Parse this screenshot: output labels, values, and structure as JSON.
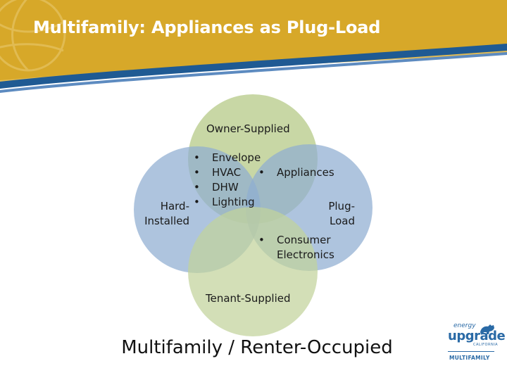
{
  "slide": {
    "title": "Multifamily: Appliances as Plug-Load",
    "caption": "Multifamily / Renter-Occupied"
  },
  "diagram": {
    "circles": {
      "top": {
        "label": "Owner-Supplied",
        "color": "#c2d39b"
      },
      "left": {
        "label_lines": [
          "Hard-",
          "Installed"
        ],
        "color": "#8fadd1"
      },
      "right": {
        "label_lines": [
          "Plug-",
          "Load"
        ],
        "color": "#8fadd1"
      },
      "bottom": {
        "label": "Tenant-Supplied",
        "color": "#c2d39b"
      }
    },
    "owner_hard_items": [
      "Envelope",
      "HVAC",
      "DHW",
      "Lighting"
    ],
    "owner_plug_items": [
      "Appliances"
    ],
    "tenant_plug_items": [
      "Consumer",
      "Electronics"
    ]
  },
  "logo": {
    "line1": "energy",
    "line2": "upgrade",
    "line3": "CALIFORNIA",
    "line4": "MULTIFAMILY",
    "icon": "bear-icon"
  },
  "colors": {
    "header_gold": "#d7a829",
    "header_blue": "#1f5a93",
    "circle_blue": "#8fadd1",
    "circle_green": "#c2d39b"
  }
}
